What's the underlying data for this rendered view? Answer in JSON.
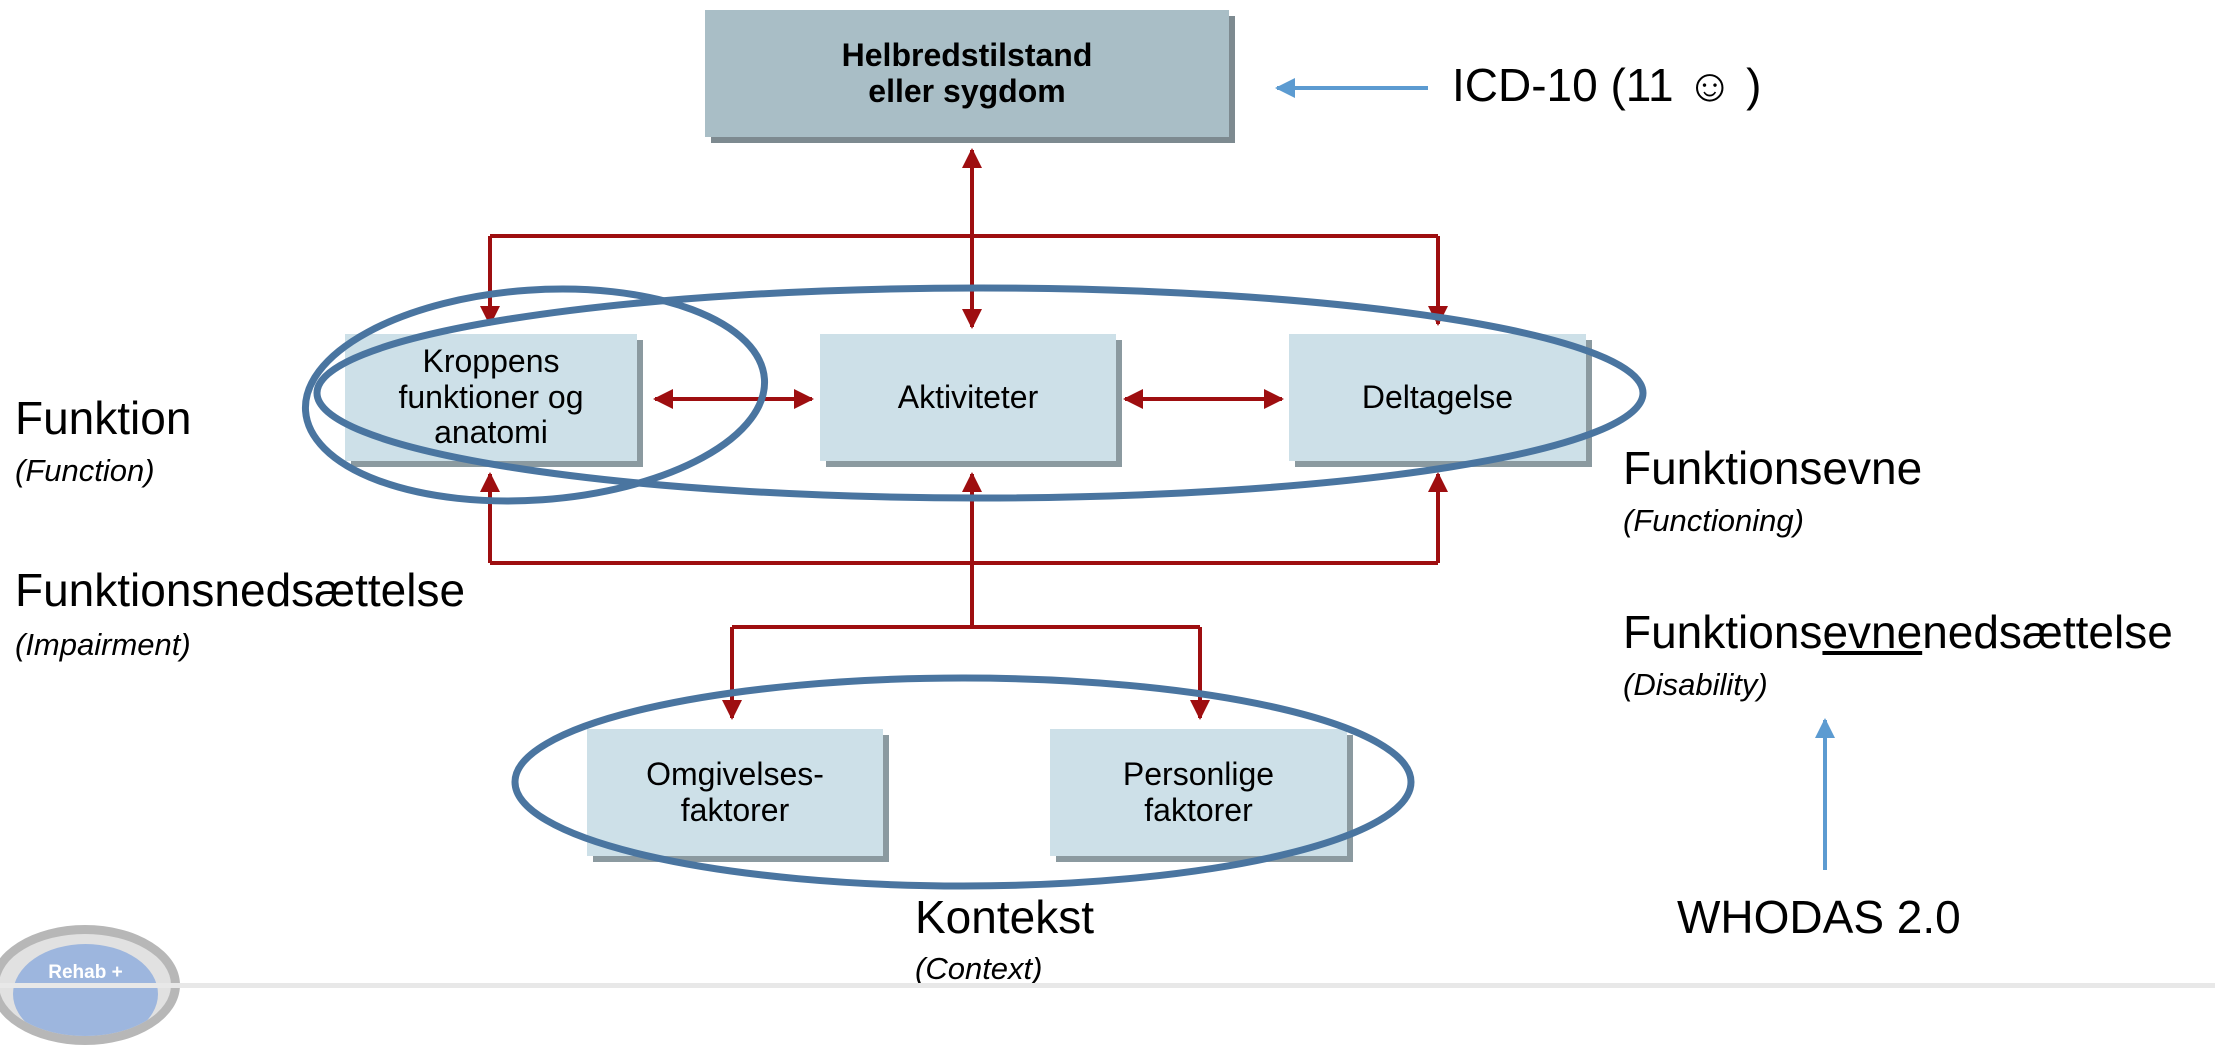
{
  "diagram": {
    "health_condition": [
      "Helbredstilstand",
      "eller sygdom"
    ],
    "body_functions": [
      "Kroppens",
      "funktioner og",
      "anatomi"
    ],
    "activities": "Aktiviteter",
    "participation": "Deltagelse",
    "environmental": [
      "Omgivelses-",
      "faktorer"
    ],
    "personal": [
      "Personlige",
      "faktorer"
    ]
  },
  "annotations": {
    "icd": "ICD-10 (11 ☺ )",
    "function": "Funktion",
    "function_en": "(Function)",
    "impairment": "Funktionsnedsættelse",
    "impairment_en": "(Impairment)",
    "functioning": "Funktionsevne",
    "functioning_en": "(Functioning)",
    "disability_pre": "Funktions",
    "disability_ul": "evne",
    "disability_post": "nedsættelse",
    "disability_en": "(Disability)",
    "whodas": "WHODAS 2.0",
    "context": "Kontekst",
    "context_en": "(Context)"
  },
  "logo": {
    "text": "Rehab +"
  },
  "colors": {
    "arrow": "#9e0e10",
    "ellipse": "#4a75a0",
    "blue_arrow": "#5c9bd1",
    "box_dark": "#a9bec6",
    "box_light": "#cde0e8"
  }
}
